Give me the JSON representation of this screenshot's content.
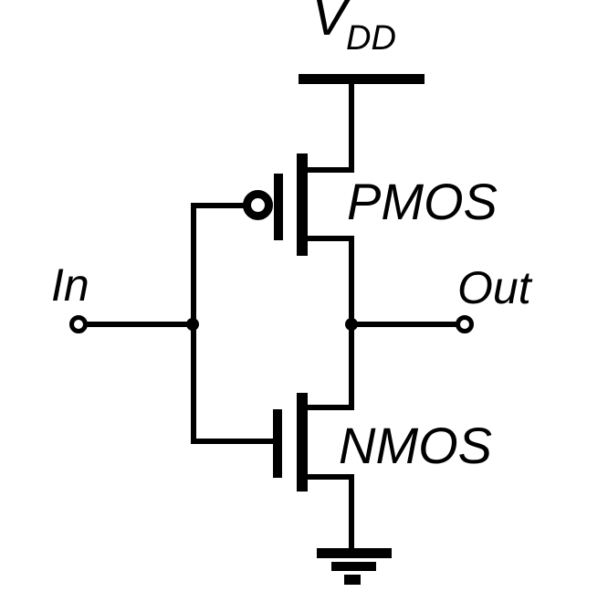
{
  "diagram": {
    "description": "CMOS inverter schematic",
    "colors": {
      "ink": "#000000",
      "background": "#ffffff"
    },
    "labels": {
      "supply": "V",
      "supply_sub": "DD",
      "input": "In",
      "output": "Out",
      "pmos": "PMOS",
      "nmos": "NMOS"
    }
  }
}
